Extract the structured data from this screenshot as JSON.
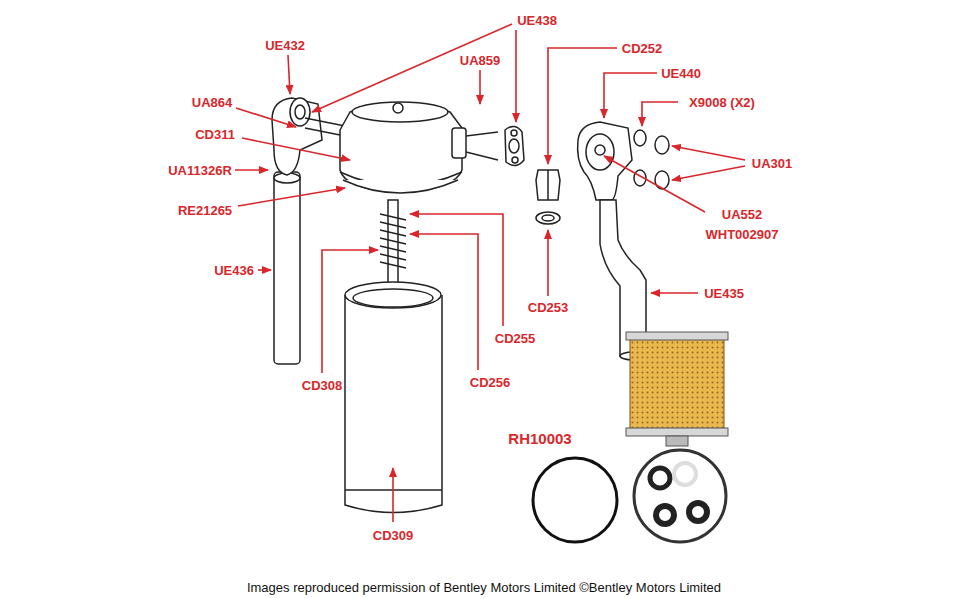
{
  "diagram": {
    "caption": "Images reproduced permission of Bentley Motors Limited ©Bentley Motors Limited",
    "labels": [
      "UE438",
      "UE432",
      "CD252",
      "UA859",
      "UE440",
      "UA864",
      "X9008 (X2)",
      "CD311",
      "UA301",
      "UA11326R",
      "RE21265",
      "UA552",
      "WHT002907",
      "UE436",
      "UE435",
      "CD253",
      "CD255",
      "CD308",
      "CD256",
      "RH10003",
      "CD309"
    ]
  }
}
